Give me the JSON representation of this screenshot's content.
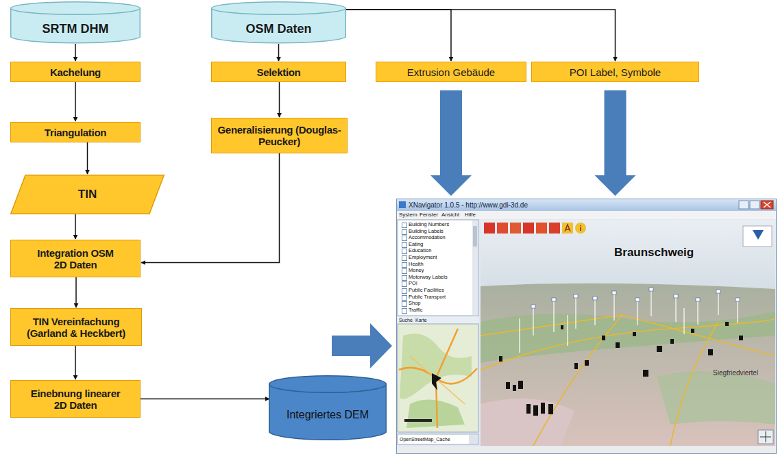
{
  "diagram": {
    "nodes": [
      {
        "text": [
          "SRTM DHM"
        ]
      },
      {
        "text": [
          "OSM Daten"
        ]
      },
      {
        "text": [
          "Kachelung"
        ]
      },
      {
        "text": [
          "Selektion"
        ]
      },
      {
        "text": [
          "Extrusion Gebäude"
        ]
      },
      {
        "text": [
          "POI Label, Symbole"
        ]
      },
      {
        "text": [
          "Triangulation"
        ]
      },
      {
        "text": [
          "Generalisierung (Douglas-Peucker)"
        ]
      },
      {
        "text": [
          "TIN"
        ]
      },
      {
        "text": [
          "Integration OSM 2D Daten"
        ]
      },
      {
        "text": [
          "TIN Vereinfachung (Garland & Heckbert)"
        ]
      },
      {
        "text": [
          "Einebnung linearer 2D Daten"
        ]
      },
      {
        "text": [
          "Integriertes DEM"
        ]
      },
      {
        "text": [
          "XNavigator 1.0.5 - http://www.gdi-3d.de"
        ]
      }
    ],
    "edges": [
      {
        "from": 0,
        "to": 2,
        "arrow": "to"
      },
      {
        "from": 2,
        "to": 6,
        "arrow": "to"
      },
      {
        "from": 6,
        "to": 8,
        "arrow": "to"
      },
      {
        "from": 8,
        "to": 9,
        "arrow": "to"
      },
      {
        "from": 9,
        "to": 10,
        "arrow": "to"
      },
      {
        "from": 10,
        "to": 11,
        "arrow": "to"
      },
      {
        "from": 11,
        "to": 12,
        "arrow": "to"
      },
      {
        "from": 1,
        "to": 3,
        "arrow": "to"
      },
      {
        "from": 3,
        "to": 7,
        "arrow": "to"
      },
      {
        "from": 7,
        "to": 9,
        "arrow": "to"
      },
      {
        "from": 1,
        "to": 4,
        "arrow": "to"
      },
      {
        "from": 1,
        "to": 5,
        "arrow": "to"
      },
      {
        "from": 4,
        "to": 13,
        "arrow": "to"
      },
      {
        "from": 5,
        "to": 13,
        "arrow": "to"
      }
    ],
    "labels": [
      "System",
      "Fenster",
      "Ansicht",
      "Hilfe",
      "Building Numbers",
      "Building Labels",
      "Accommodation",
      "Eating",
      "Education",
      "Employment",
      "Health",
      "Money",
      "Motorway Labels",
      "POI",
      "Public Facilities",
      "Public Transport",
      "Shop",
      "Traffic",
      "Suche",
      "Karte",
      "Braunschweig",
      "Siegfriedviertel",
      "OpenStreetMap_Cache"
    ]
  }
}
